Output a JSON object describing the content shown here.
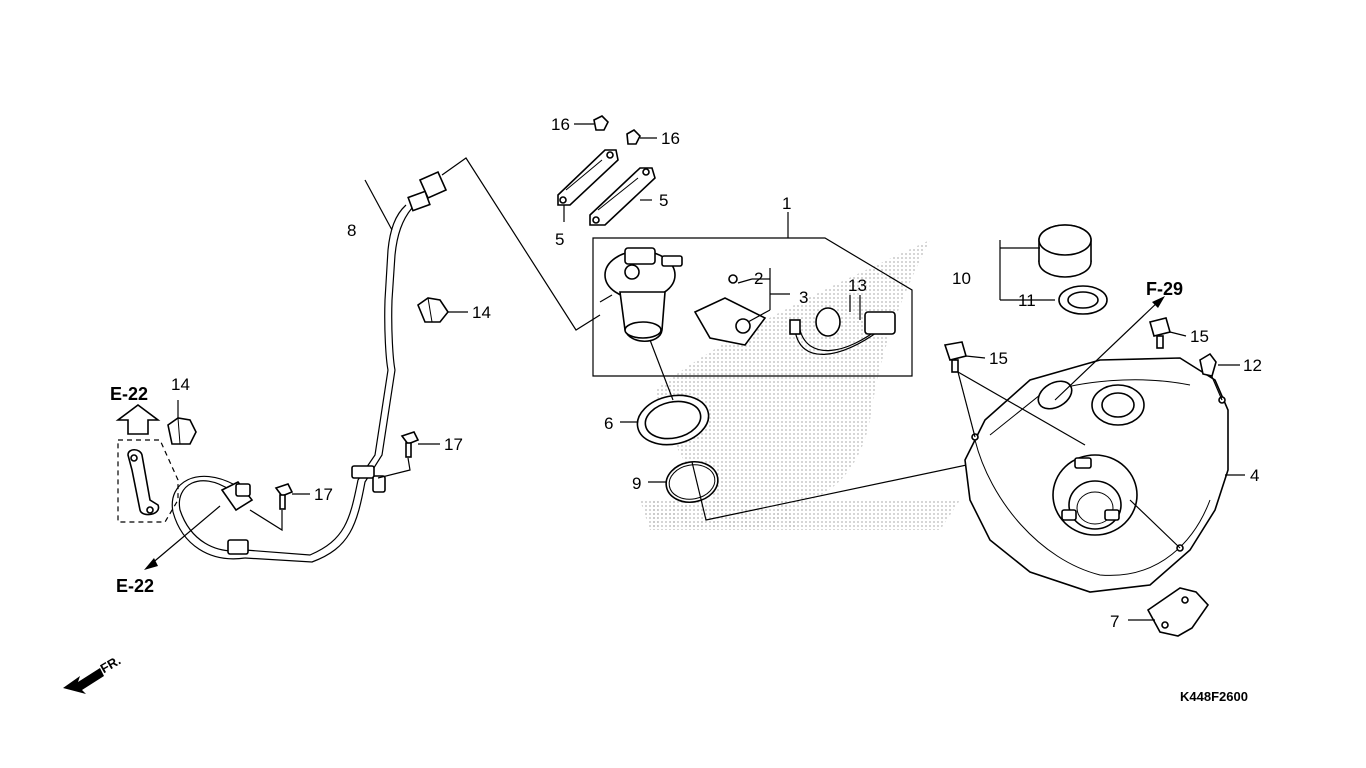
{
  "callouts": {
    "c1": "1",
    "c2": "2",
    "c3": "3",
    "c4": "4",
    "c5a": "5",
    "c5b": "5",
    "c6": "6",
    "c7": "7",
    "c8": "8",
    "c9": "9",
    "c10": "10",
    "c11": "11",
    "c12": "12",
    "c13": "13",
    "c14a": "14",
    "c14b": "14",
    "c15a": "15",
    "c15b": "15",
    "c16a": "16",
    "c16b": "16",
    "c17a": "17",
    "c17b": "17"
  },
  "references": {
    "e22_top": "E-22",
    "e22_bottom": "E-22",
    "f29": "F-29"
  },
  "front_arrow": "FR.",
  "diagram_code": "K448F2600",
  "colors": {
    "ink": "#000000",
    "watermark": "#b8b8b8",
    "paper": "#ffffff"
  }
}
